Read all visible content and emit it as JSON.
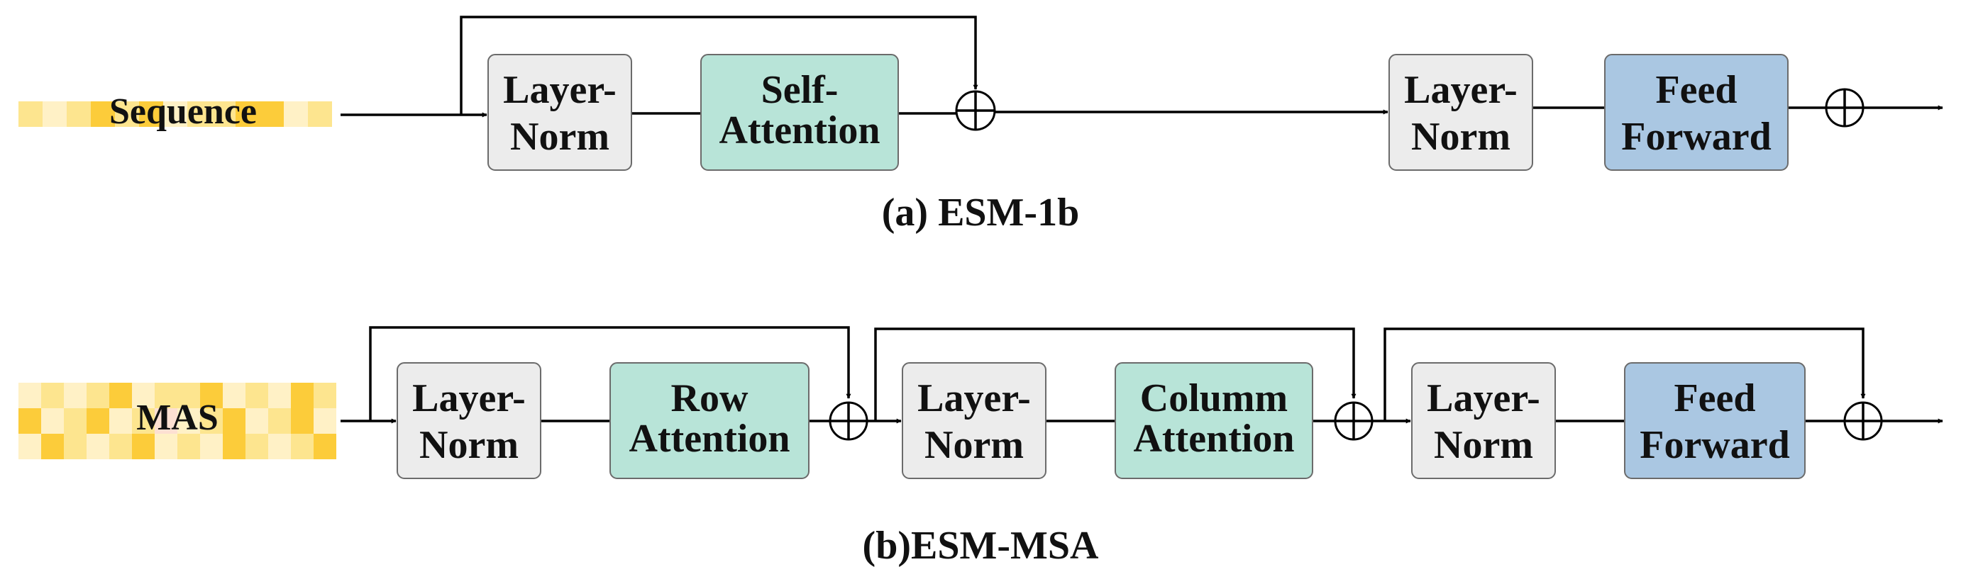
{
  "colors": {
    "layernorm": "#ececec",
    "attention": "#b8e4d8",
    "feedforward": "#aac7e2",
    "input_tile_light": "#fff1c6",
    "input_tile_mid": "#fde58f",
    "input_tile_dark": "#fccc3a",
    "input_tile_pink": "#fde0d2"
  },
  "diagram_a": {
    "input_label": "Sequence",
    "layernorm1": [
      "Layer-",
      "Norm"
    ],
    "attention": [
      "Self-",
      "Attention"
    ],
    "layernorm2": [
      "Layer-",
      "Norm"
    ],
    "feedforward": [
      "Feed",
      "Forward"
    ],
    "caption": "(a) ESM-1b"
  },
  "diagram_b": {
    "input_label": "MAS",
    "layernorm1": [
      "Layer-",
      "Norm"
    ],
    "row_attention": [
      "Row",
      "Attention"
    ],
    "layernorm2": [
      "Layer-",
      "Norm"
    ],
    "column_attention": [
      "Columm",
      "Attention"
    ],
    "layernorm3": [
      "Layer-",
      "Norm"
    ],
    "feedforward": [
      "Feed",
      "Forward"
    ],
    "caption": "(b)ESM-MSA"
  }
}
